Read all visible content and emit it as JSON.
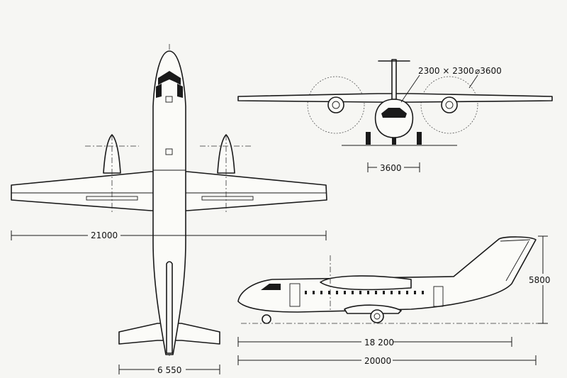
{
  "dimensions": {
    "front_gear_track": "3600",
    "cabin_section": "2300 × 2300",
    "prop_diameter": "⌀3600",
    "wingspan": "21000",
    "tail_span": "6 550",
    "height": "5800",
    "body_length": "18 200",
    "overall_length": "20000"
  },
  "colors": {
    "ink": "#1a1a1a",
    "paper": "#f6f6f3"
  }
}
